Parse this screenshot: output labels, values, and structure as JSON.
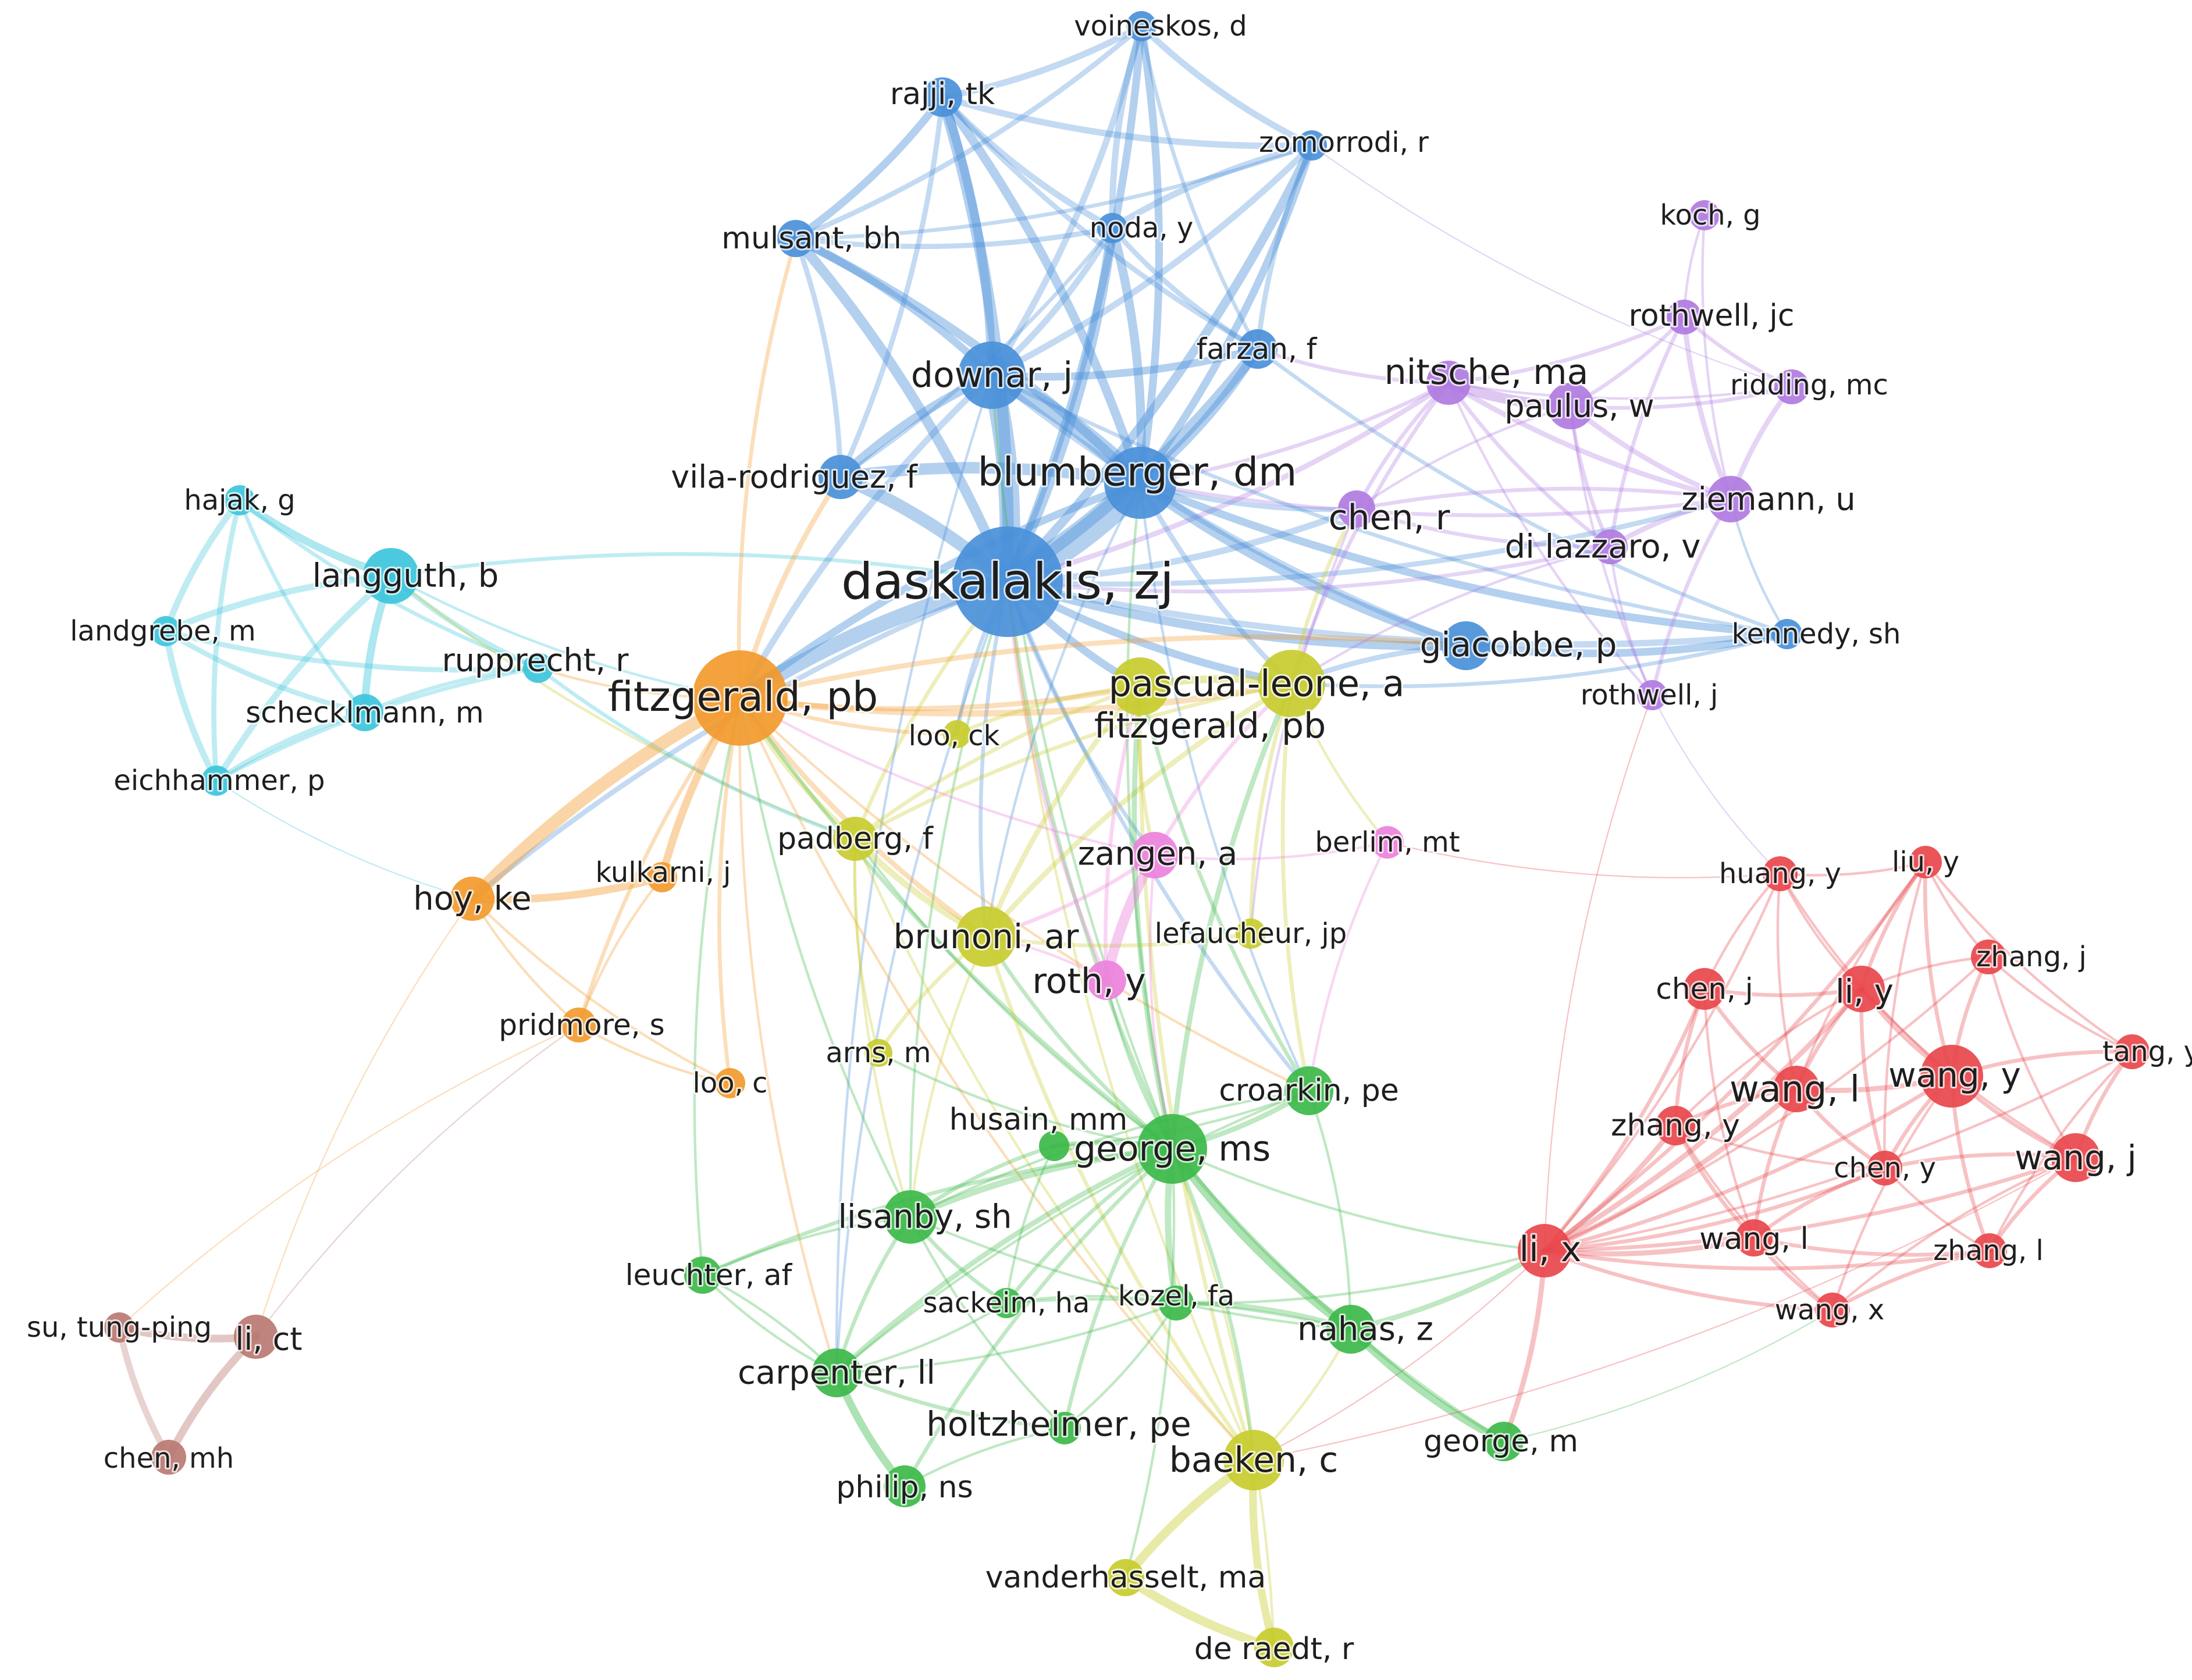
{
  "clusters": {
    "blue": {
      "color": "#4a90d9"
    },
    "purple": {
      "color": "#b07be0"
    },
    "cyan": {
      "color": "#3cc6dc"
    },
    "orange": {
      "color": "#f29a2e"
    },
    "yellow": {
      "color": "#c8cc2e"
    },
    "pink": {
      "color": "#ec82dc"
    },
    "green": {
      "color": "#3cb94a"
    },
    "red": {
      "color": "#e8474c"
    },
    "brown": {
      "color": "#b97a72"
    }
  },
  "nodes": [
    {
      "id": "daskalakis",
      "label": "daskalakis, zj",
      "cluster": "blue"
    },
    {
      "id": "blumberger",
      "label": "blumberger, dm",
      "cluster": "blue"
    },
    {
      "id": "downar",
      "label": "downar, j",
      "cluster": "blue"
    },
    {
      "id": "vilarodriguez",
      "label": "vila-rodriguez, f",
      "cluster": "blue"
    },
    {
      "id": "mulsant",
      "label": "mulsant, bh",
      "cluster": "blue"
    },
    {
      "id": "rajji",
      "label": "rajji, tk",
      "cluster": "blue"
    },
    {
      "id": "voineskos",
      "label": "voineskos, d",
      "cluster": "blue"
    },
    {
      "id": "zomorrodi",
      "label": "zomorrodi, r",
      "cluster": "blue"
    },
    {
      "id": "noda",
      "label": "noda, y",
      "cluster": "blue"
    },
    {
      "id": "farzan",
      "label": "farzan, f",
      "cluster": "blue"
    },
    {
      "id": "giacobbe",
      "label": "giacobbe, p",
      "cluster": "blue"
    },
    {
      "id": "kennedy",
      "label": "kennedy, sh",
      "cluster": "blue"
    },
    {
      "id": "nitsche",
      "label": "nitsche, ma",
      "cluster": "purple"
    },
    {
      "id": "paulus",
      "label": "paulus, w",
      "cluster": "purple"
    },
    {
      "id": "koch",
      "label": "koch, g",
      "cluster": "purple"
    },
    {
      "id": "rothwelljc",
      "label": "rothwell, jc",
      "cluster": "purple"
    },
    {
      "id": "ridding",
      "label": "ridding, mc",
      "cluster": "purple"
    },
    {
      "id": "ziemann",
      "label": "ziemann, u",
      "cluster": "purple"
    },
    {
      "id": "chenr",
      "label": "chen, r",
      "cluster": "purple"
    },
    {
      "id": "dilazzaro",
      "label": "di lazzaro, v",
      "cluster": "purple"
    },
    {
      "id": "rothwellj",
      "label": "rothwell, j",
      "cluster": "purple"
    },
    {
      "id": "hajak",
      "label": "hajak, g",
      "cluster": "cyan"
    },
    {
      "id": "langguth",
      "label": "langguth, b",
      "cluster": "cyan"
    },
    {
      "id": "landgrebe",
      "label": "landgrebe, m",
      "cluster": "cyan"
    },
    {
      "id": "rupprecht",
      "label": "rupprecht, r",
      "cluster": "cyan"
    },
    {
      "id": "schecklmann",
      "label": "schecklmann, m",
      "cluster": "cyan"
    },
    {
      "id": "eichhammer",
      "label": "eichhammer, p",
      "cluster": "cyan"
    },
    {
      "id": "fitzgeraldor",
      "label": "fitzgerald, pb",
      "cluster": "orange"
    },
    {
      "id": "hoy",
      "label": "hoy, ke",
      "cluster": "orange"
    },
    {
      "id": "kulkarni",
      "label": "kulkarni, j",
      "cluster": "orange"
    },
    {
      "id": "pridmore",
      "label": "pridmore, s",
      "cluster": "orange"
    },
    {
      "id": "looc",
      "label": "loo, c",
      "cluster": "orange"
    },
    {
      "id": "pascualleone",
      "label": "pascual-leone, a",
      "cluster": "yellow"
    },
    {
      "id": "fitzgeraldye",
      "label": "fitzgerald, pb",
      "cluster": "yellow"
    },
    {
      "id": "looyck",
      "label": "loo, ck",
      "cluster": "yellow"
    },
    {
      "id": "padberg",
      "label": "padberg, f",
      "cluster": "yellow"
    },
    {
      "id": "brunoni",
      "label": "brunoni, ar",
      "cluster": "yellow"
    },
    {
      "id": "lefaucheur",
      "label": "lefaucheur, jp",
      "cluster": "yellow"
    },
    {
      "id": "arns",
      "label": "arns, m",
      "cluster": "yellow"
    },
    {
      "id": "baeken",
      "label": "baeken, c",
      "cluster": "yellow"
    },
    {
      "id": "vanderhasselt",
      "label": "vanderhasselt, ma",
      "cluster": "yellow"
    },
    {
      "id": "deraedt",
      "label": "de raedt, r",
      "cluster": "yellow"
    },
    {
      "id": "zangen",
      "label": "zangen, a",
      "cluster": "pink"
    },
    {
      "id": "berlim",
      "label": "berlim, mt",
      "cluster": "pink"
    },
    {
      "id": "roth",
      "label": "roth, y",
      "cluster": "pink"
    },
    {
      "id": "georgems",
      "label": "george, ms",
      "cluster": "green"
    },
    {
      "id": "husain",
      "label": "husain, mm",
      "cluster": "green"
    },
    {
      "id": "croarkin",
      "label": "croarkin, pe",
      "cluster": "green"
    },
    {
      "id": "lisanby",
      "label": "lisanby, sh",
      "cluster": "green"
    },
    {
      "id": "leuchter",
      "label": "leuchter, af",
      "cluster": "green"
    },
    {
      "id": "sackeim",
      "label": "sackeim, ha",
      "cluster": "green"
    },
    {
      "id": "kozel",
      "label": "kozel, fa",
      "cluster": "green"
    },
    {
      "id": "nahas",
      "label": "nahas, z",
      "cluster": "green"
    },
    {
      "id": "carpenter",
      "label": "carpenter, ll",
      "cluster": "green"
    },
    {
      "id": "holtzheimer",
      "label": "holtzheimer, pe",
      "cluster": "green"
    },
    {
      "id": "philip",
      "label": "philip, ns",
      "cluster": "green"
    },
    {
      "id": "georgem",
      "label": "george, m",
      "cluster": "green"
    },
    {
      "id": "huang",
      "label": "huang, y",
      "cluster": "red"
    },
    {
      "id": "liuy",
      "label": "liu, y",
      "cluster": "red"
    },
    {
      "id": "zhangj",
      "label": "zhang, j",
      "cluster": "red"
    },
    {
      "id": "chenj",
      "label": "chen, j",
      "cluster": "red"
    },
    {
      "id": "liy",
      "label": "li, y",
      "cluster": "red"
    },
    {
      "id": "tang",
      "label": "tang, y",
      "cluster": "red"
    },
    {
      "id": "wangl1",
      "label": "wang, l",
      "cluster": "red"
    },
    {
      "id": "wangy",
      "label": "wang, y",
      "cluster": "red"
    },
    {
      "id": "zhangy",
      "label": "zhang, y",
      "cluster": "red"
    },
    {
      "id": "wangj",
      "label": "wang, j",
      "cluster": "red"
    },
    {
      "id": "cheny",
      "label": "chen, y",
      "cluster": "red"
    },
    {
      "id": "lix",
      "label": "li, x",
      "cluster": "red"
    },
    {
      "id": "wangl2",
      "label": "wang, l",
      "cluster": "red"
    },
    {
      "id": "zhangl",
      "label": "zhang, l",
      "cluster": "red"
    },
    {
      "id": "wangx",
      "label": "wang, x",
      "cluster": "red"
    },
    {
      "id": "sutungping",
      "label": "su, tung-ping",
      "cluster": "brown"
    },
    {
      "id": "lict",
      "label": "li, ct",
      "cluster": "brown"
    },
    {
      "id": "chenmh",
      "label": "chen, mh",
      "cluster": "brown"
    }
  ]
}
